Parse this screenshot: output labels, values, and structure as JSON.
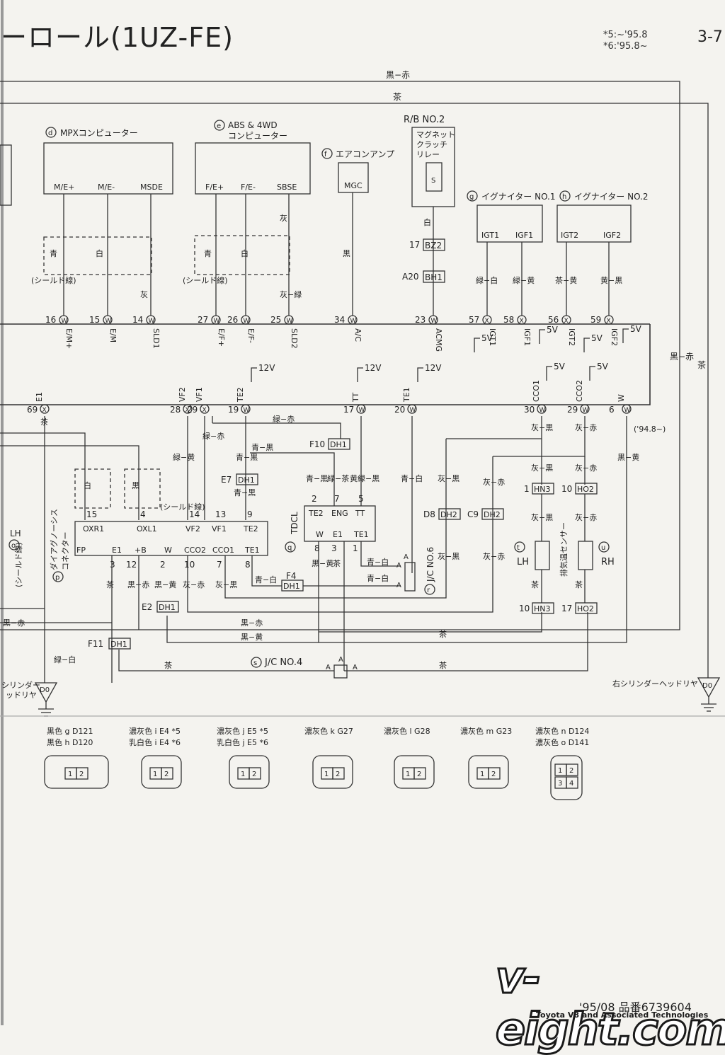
{
  "header": {
    "title": "ーロール(1UZ-FE)",
    "page_number": "3-7",
    "note_5": "*5:~'95.8",
    "note_6": "*6:'95.8~"
  },
  "components": [
    {
      "key": "d",
      "name": "MPXコンピューター",
      "pins": [
        "M/E+",
        "M/E-",
        "MSDE"
      ]
    },
    {
      "key": "e",
      "name": "ABS & 4WD",
      "name2": "コンピューター",
      "pins": [
        "F/E+",
        "F/E-",
        "SBSE"
      ]
    },
    {
      "key": "f",
      "name": "エアコンアンプ",
      "pins": [
        "MGC"
      ]
    },
    {
      "key": "",
      "name": "R/B NO.2",
      "relay": [
        "マグネット",
        "クラッチ",
        "リレー"
      ],
      "pins": [
        "S"
      ]
    },
    {
      "key": "g",
      "name": "イグナイター NO.1",
      "pins": [
        "IGT1",
        "IGF1"
      ]
    },
    {
      "key": "h",
      "name": "イグナイター NO.2",
      "pins": [
        "IGT2",
        "IGF2"
      ]
    }
  ],
  "ecu_upper_pins": [
    {
      "num": "16",
      "conn": "W",
      "label": "E/M+"
    },
    {
      "num": "15",
      "conn": "W",
      "label": "E/M"
    },
    {
      "num": "14",
      "conn": "W",
      "label": "SLD1"
    },
    {
      "num": "27",
      "conn": "W",
      "label": "E/F+"
    },
    {
      "num": "26",
      "conn": "W",
      "label": "E/F-"
    },
    {
      "num": "25",
      "conn": "W",
      "label": "SLD2"
    },
    {
      "num": "34",
      "conn": "W",
      "label": "A/C"
    },
    {
      "num": "23",
      "conn": "W",
      "label": "ACMG"
    },
    {
      "num": "57",
      "conn": "X",
      "label": "IGT1"
    },
    {
      "num": "58",
      "conn": "X",
      "label": "IGF1"
    },
    {
      "num": "56",
      "conn": "X",
      "label": "IGT2"
    },
    {
      "num": "59",
      "conn": "X",
      "label": "IGF2"
    }
  ],
  "ecu_lower_pins": [
    {
      "num": "69",
      "conn": "X",
      "label": "E1"
    },
    {
      "num": "28",
      "conn": "X",
      "label": "VF2"
    },
    {
      "num": "29",
      "conn": "X",
      "label": "VF1"
    },
    {
      "num": "19",
      "conn": "W",
      "label": "TE2"
    },
    {
      "num": "17",
      "conn": "W",
      "label": "TT"
    },
    {
      "num": "20",
      "conn": "W",
      "label": "TE1"
    },
    {
      "num": "30",
      "conn": "W",
      "label": "CCO1"
    },
    {
      "num": "29",
      "conn": "W",
      "label": "CCO2"
    },
    {
      "num": "6",
      "conn": "W",
      "label": "W"
    }
  ],
  "voltages": [
    "12V",
    "12V",
    "12V",
    "5V",
    "5V",
    "5V",
    "5V",
    "5V",
    "5V"
  ],
  "wires": {
    "top1": "黒−赤",
    "top2": "茶",
    "blue": "青",
    "white": "白",
    "gray": "灰",
    "gray_green": "灰−緑",
    "black": "黒",
    "shield": "(シールド線)",
    "green_white": "緑−白",
    "green_yellow": "緑−黄",
    "tea_yellow": "茶−黄",
    "yellow_black": "黄−黒",
    "green_red": "緑−赤",
    "blue_black": "青−黒",
    "green_tea": "緑−茶",
    "yellow_green": "黄緑−黒",
    "blue_white": "青−白",
    "gray_black": "灰−黒",
    "gray_red": "灰−赤",
    "black_yellow": "黒−黄",
    "black_red": "黒−赤",
    "tea": "茶",
    "side1": "黒−赤",
    "side2": "茶",
    "date_note": "('94.8~)"
  },
  "connectors": {
    "BZ2": "BZ2",
    "BH1": "BH1",
    "DH1": "DH1",
    "DH2": "DH2",
    "HN3": "HN3",
    "HO2": "HO2",
    "D0": "D0",
    "bz2_num": "17",
    "bh1_num": "A20",
    "f10": "F10",
    "e7": "E7",
    "f4": "F4",
    "e2": "E2",
    "f11": "F11",
    "d8": "D8",
    "c9": "C9",
    "hn3_top": "1",
    "ho2_top": "10",
    "hn3_bot": "10",
    "ho2_bot": "17"
  },
  "diag": {
    "p_name": "ダイアグノーシス",
    "p_name2": "コネクター",
    "top_pins": [
      "OXR1",
      "OXL1",
      "VF2",
      "VF1",
      "TE2"
    ],
    "top_nums": [
      "15",
      "4",
      "14",
      "13",
      "9"
    ],
    "bot_pins": [
      "FP",
      "E1",
      "+B",
      "W",
      "CCO2",
      "CCO1",
      "TE1"
    ],
    "bot_nums": [
      "3",
      "12",
      "2",
      "10",
      "7",
      "8"
    ]
  },
  "tdcl": {
    "name": "TDCL",
    "key": "q",
    "top_pins": [
      "TE2",
      "ENG",
      "TT"
    ],
    "top_nums": [
      "2",
      "7",
      "5"
    ],
    "bot_pins": [
      "W",
      "E1",
      "TE1"
    ],
    "bot_nums": [
      "8",
      "3",
      "1"
    ]
  },
  "jc6": {
    "name": "J/C NO.6",
    "key": "r"
  },
  "jc4": {
    "name": "J/C NO.4",
    "key": "s"
  },
  "sensors": {
    "t": "LH",
    "u": "RH",
    "name": "排気温センサー",
    "lh_side": "LH",
    "o_lh": "LH"
  },
  "ground_labels": {
    "right": "右シリンダーヘッドリヤ",
    "left1": "シリンダー",
    "left2": "ッドリヤ"
  },
  "connector_legend": [
    {
      "line1": "黒色 g D121",
      "line2": "黒色 h D120",
      "pins": [
        "1",
        "2"
      ]
    },
    {
      "line1": "濃灰色 i E4 *5",
      "line2": "乳白色 i E4 *6",
      "pins": [
        "1",
        "2"
      ]
    },
    {
      "line1": "濃灰色 j E5 *5",
      "line2": "乳白色 j E5 *6",
      "pins": [
        "1",
        "2"
      ]
    },
    {
      "line1": "濃灰色 k G27",
      "line2": "",
      "pins": [
        "1",
        "2"
      ]
    },
    {
      "line1": "濃灰色 l G28",
      "line2": "",
      "pins": [
        "1",
        "2"
      ]
    },
    {
      "line1": "濃灰色 m G23",
      "line2": "",
      "pins": [
        "1",
        "2"
      ]
    },
    {
      "line1": "濃灰色 n D124",
      "line2": "濃灰色 o D141",
      "pins": [
        "1",
        "2",
        "3",
        "4"
      ]
    }
  ],
  "footer": {
    "date": "'95/08",
    "code": "6739604",
    "watermark": "v-eight.com",
    "watermark_sub": "Toyota V8 and Associated Technologies"
  }
}
